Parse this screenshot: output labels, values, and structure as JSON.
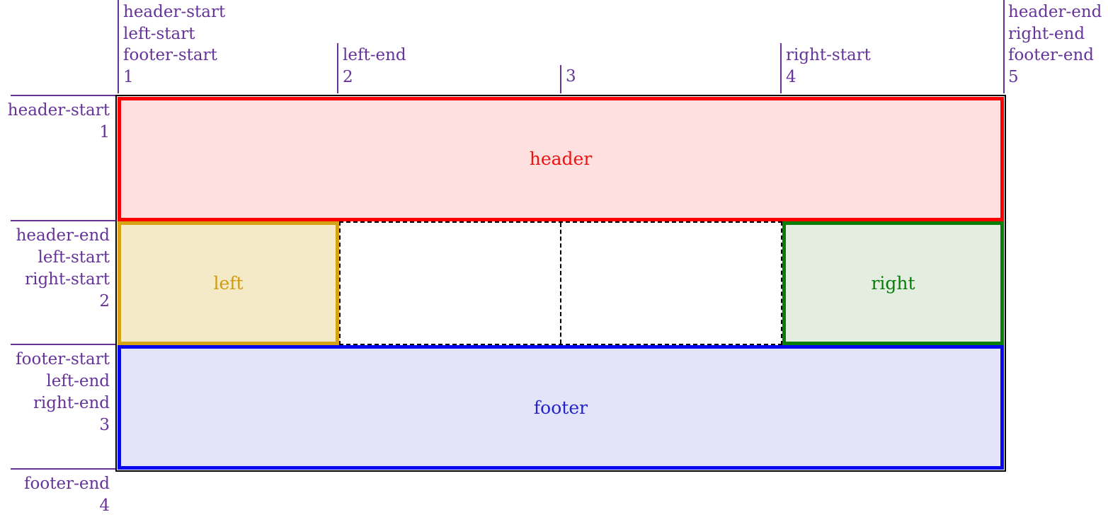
{
  "colors": {
    "line_label_purple": "#663399",
    "grid_border_black": "#000000",
    "cell_dash_black": "#000000",
    "header_border": "#fb0000",
    "header_fill": "#ffe0e0",
    "header_text": "#ee1111",
    "left_border": "#d6a315",
    "left_fill": "#f5eac7",
    "left_text": "#cf9c10",
    "right_border": "#087d08",
    "right_fill": "#e4eee0",
    "right_text": "#067d06",
    "footer_border": "#0808ee",
    "footer_fill": "#e3e3fa",
    "footer_text": "#2323cc"
  },
  "column_lines": [
    {
      "number": "1",
      "names": [
        "header-start",
        "left-start",
        "footer-start"
      ]
    },
    {
      "number": "2",
      "names": [
        "left-end"
      ]
    },
    {
      "number": "3",
      "names": []
    },
    {
      "number": "4",
      "names": [
        "right-start"
      ]
    },
    {
      "number": "5",
      "names": [
        "header-end",
        "right-end",
        "footer-end"
      ]
    }
  ],
  "row_lines": [
    {
      "number": "1",
      "names": [
        "header-start"
      ]
    },
    {
      "number": "2",
      "names": [
        "header-end",
        "left-start",
        "right-start"
      ]
    },
    {
      "number": "3",
      "names": [
        "footer-start",
        "left-end",
        "right-end"
      ]
    },
    {
      "number": "4",
      "names": [
        "footer-end"
      ]
    }
  ],
  "areas": {
    "header": {
      "label": "header"
    },
    "left": {
      "label": "left"
    },
    "right": {
      "label": "right"
    },
    "footer": {
      "label": "footer"
    }
  }
}
